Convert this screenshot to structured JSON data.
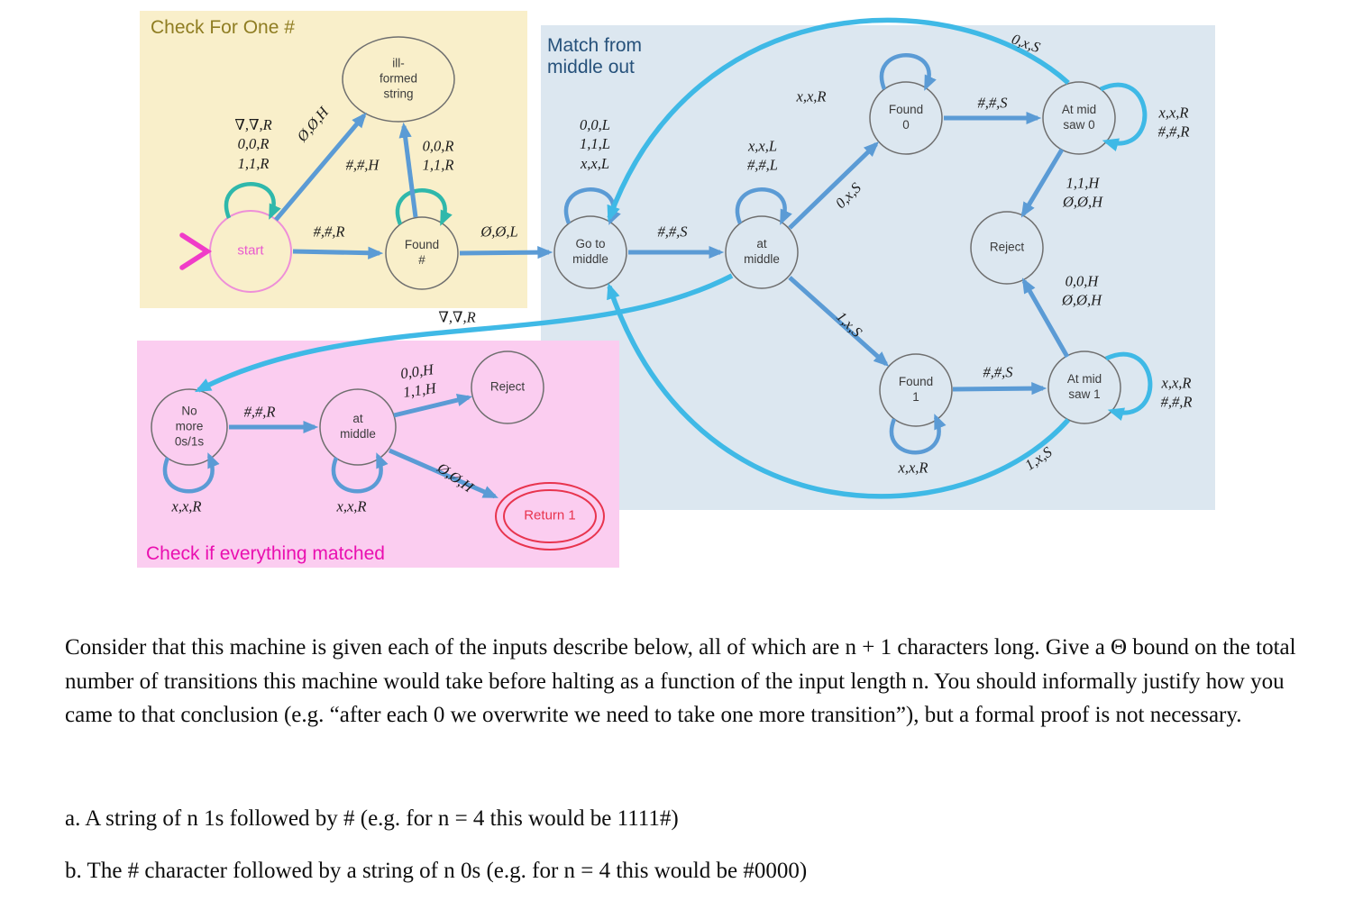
{
  "colors": {
    "yellow_region_bg": "#f9efca",
    "blue_region_bg": "#dce7f0",
    "pink_region_bg": "#fbcdf0",
    "arrow_blue": "#5b9bd5",
    "arrow_teal": "#2fb8ab",
    "arrow_cyan": "#3fb9e6",
    "start_pink": "#e959cf",
    "return_red": "#e8344e",
    "yellow_title": "#8f7d22",
    "blue_title": "#27527b",
    "pink_title": "#ea0fb0"
  },
  "diagram": {
    "regions": {
      "check_for_one_hash": {
        "title": "Check For One #"
      },
      "match_from_middle_out": {
        "title": "Match from\nmiddle out"
      },
      "check_if_everything_matched": {
        "title": "Check if everything matched"
      }
    },
    "states": {
      "start": "start",
      "found_hash": "Found\n#",
      "ill_formed": "ill-\nformed\nstring",
      "go_to_middle": "Go to\nmiddle",
      "at_middle": "at\nmiddle",
      "found_0": "Found\n0",
      "at_mid_saw_0": "At mid\nsaw 0",
      "reject_top": "Reject",
      "found_1": "Found\n1",
      "at_mid_saw_1": "At mid\nsaw 1",
      "no_more_0s_1s": "No\nmore\n0s/1s",
      "at_middle_check": "at\nmiddle",
      "reject_check": "Reject",
      "return_1": "Return 1"
    },
    "edges": {
      "start_self": "∇,∇,R\n0,0,R\n1,1,R",
      "start_to_ill_formed": "Ø,Ø,H",
      "start_to_found_hash": "#,#,R",
      "found_hash_self": "0,0,R\n1,1,R",
      "found_hash_to_ill_formed": "#,#,H",
      "found_hash_to_go_to_middle": "Ø,Ø,L",
      "at_middle_to_no_more": "∇,∇,R",
      "go_to_middle_self": "0,0,L\n1,1,L\nx,x,L",
      "go_to_middle_to_at_middle": "#,#,S",
      "at_middle_self": "x,x,L\n#,#,L",
      "found_0_self": "x,x,R",
      "at_middle_to_found_0": "0,x,S",
      "found_0_to_at_mid_saw_0": "#,#,S",
      "at_mid_saw_0_self": "x,x,R\n#,#,R",
      "at_mid_saw_0_to_go_to_middle": "0,x,S",
      "at_mid_saw_0_to_reject": "1,1,H\nØ,Ø,H",
      "at_middle_to_found_1": "1,x,S",
      "found_1_self": "x,x,R",
      "found_1_to_at_mid_saw_1": "#,#,S",
      "at_mid_saw_1_self": "x,x,R\n#,#,R",
      "at_mid_saw_1_to_go_to_middle": "1,x,S",
      "at_mid_saw_1_to_reject": "0,0,H\nØ,Ø,H",
      "no_more_self": "x,x,R",
      "no_more_to_at_middle": "#,#,R",
      "at_middle_check_self": "x,x,R",
      "at_middle_check_to_reject": "0,0,H\n1,1,H",
      "at_middle_check_to_return_1": "Ø,Ø,H"
    }
  },
  "question": {
    "paragraph": "Consider that this machine is given each of the inputs describe below, all of which are n + 1 characters long. Give a Θ bound on the total number of transitions this machine would take before halting as a function of the input length n. You should informally justify how you came to that conclusion (e.g. “after each 0 we overwrite we need to take one more transition”), but a formal proof is not necessary.",
    "item_a": "a. A string of n 1s followed by # (e.g. for n = 4 this would be 1111#)",
    "item_b": "b. The # character followed by a string of n 0s (e.g. for n = 4 this would be #0000)"
  }
}
